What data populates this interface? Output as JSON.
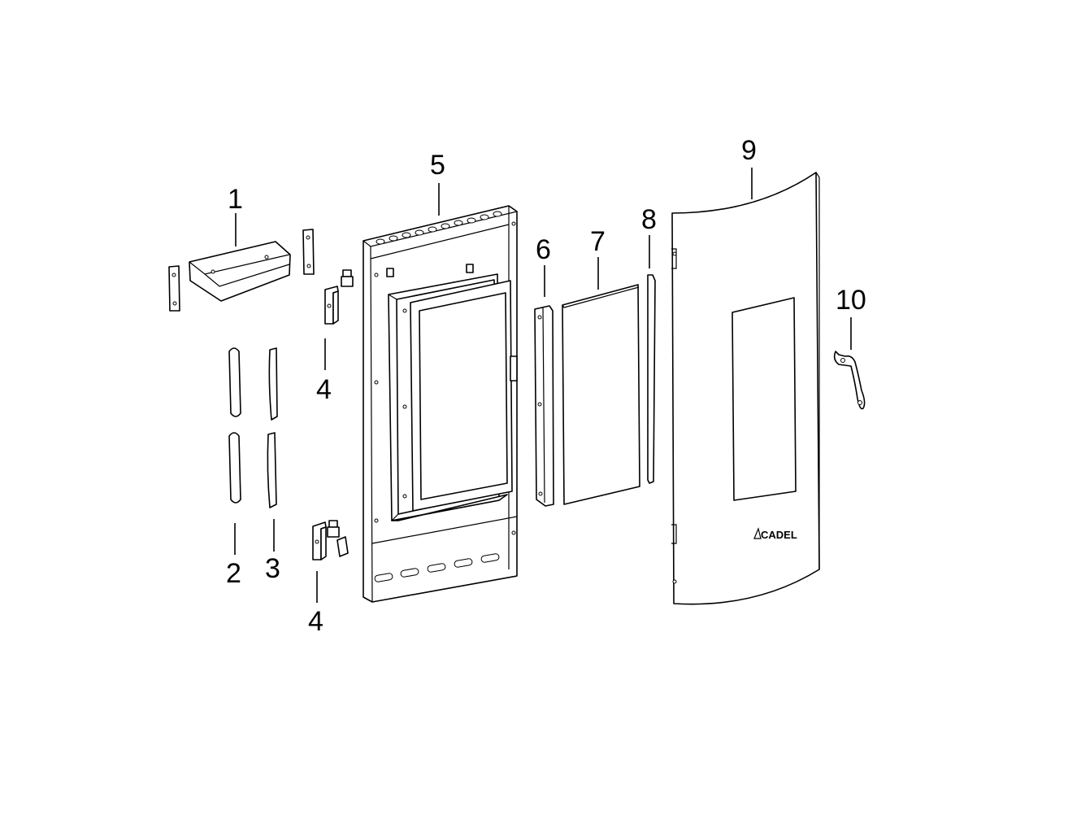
{
  "callouts": {
    "c1": "1",
    "c2": "2",
    "c3": "3",
    "c4a": "4",
    "c4b": "4",
    "c5": "5",
    "c6": "6",
    "c7": "7",
    "c8": "8",
    "c9": "9",
    "c10": "10"
  },
  "logo_text": "CADEL"
}
